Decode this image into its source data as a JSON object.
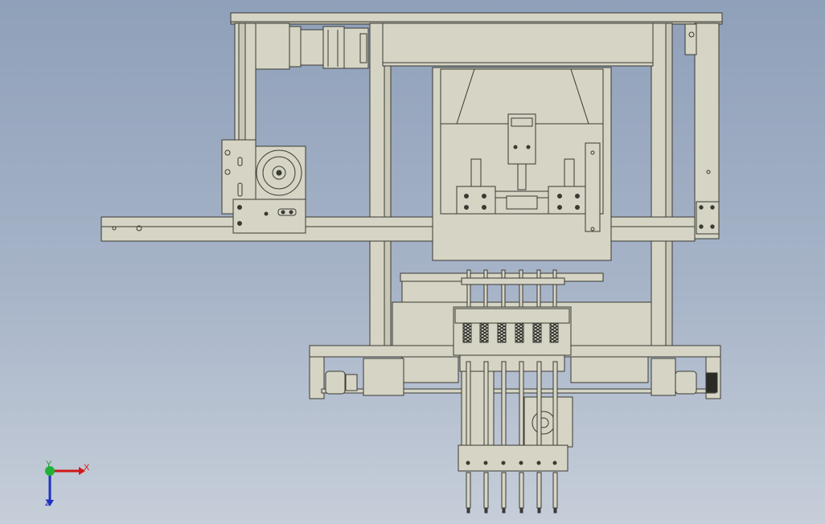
{
  "viewport": {
    "background_top": "#8fa0b9",
    "background_bottom": "#c6ced9",
    "model_color": "#d6d4c4",
    "edge_color": "#3a3a34"
  },
  "triad": {
    "x_label": "X",
    "y_label": "Y",
    "z_label": "Z",
    "x_color": "#d01818",
    "y_color": "#1a9a2a",
    "z_color": "#2030c0"
  }
}
